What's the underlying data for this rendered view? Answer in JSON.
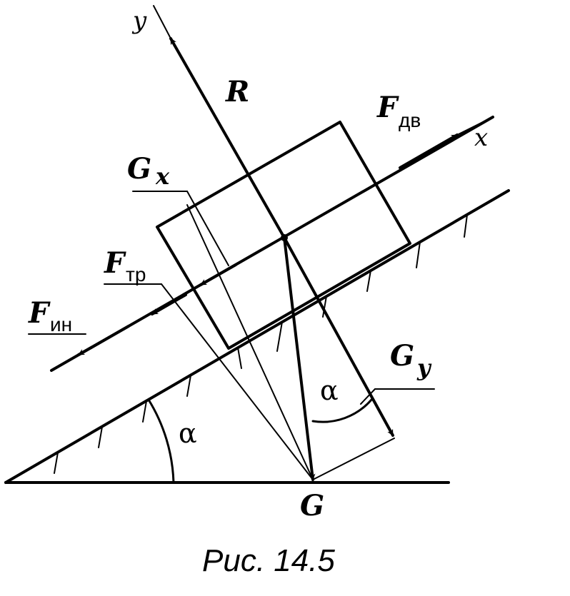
{
  "figure": {
    "caption": "Рис. 14.5"
  },
  "axes": {
    "x_label": "x",
    "y_label": "y"
  },
  "forces": {
    "R": "R",
    "F_dv_main": "F",
    "F_dv_sub": "дв",
    "G_x_main": "G",
    "G_x_sub": "x",
    "F_tr_main": "F",
    "F_tr_sub": "тр",
    "F_in_main": "F",
    "F_in_sub": "ин",
    "G_y_main": "G",
    "G_y_sub": "y",
    "G": "G"
  },
  "angles": {
    "alpha_incline": "α",
    "alpha_force": "α"
  }
}
